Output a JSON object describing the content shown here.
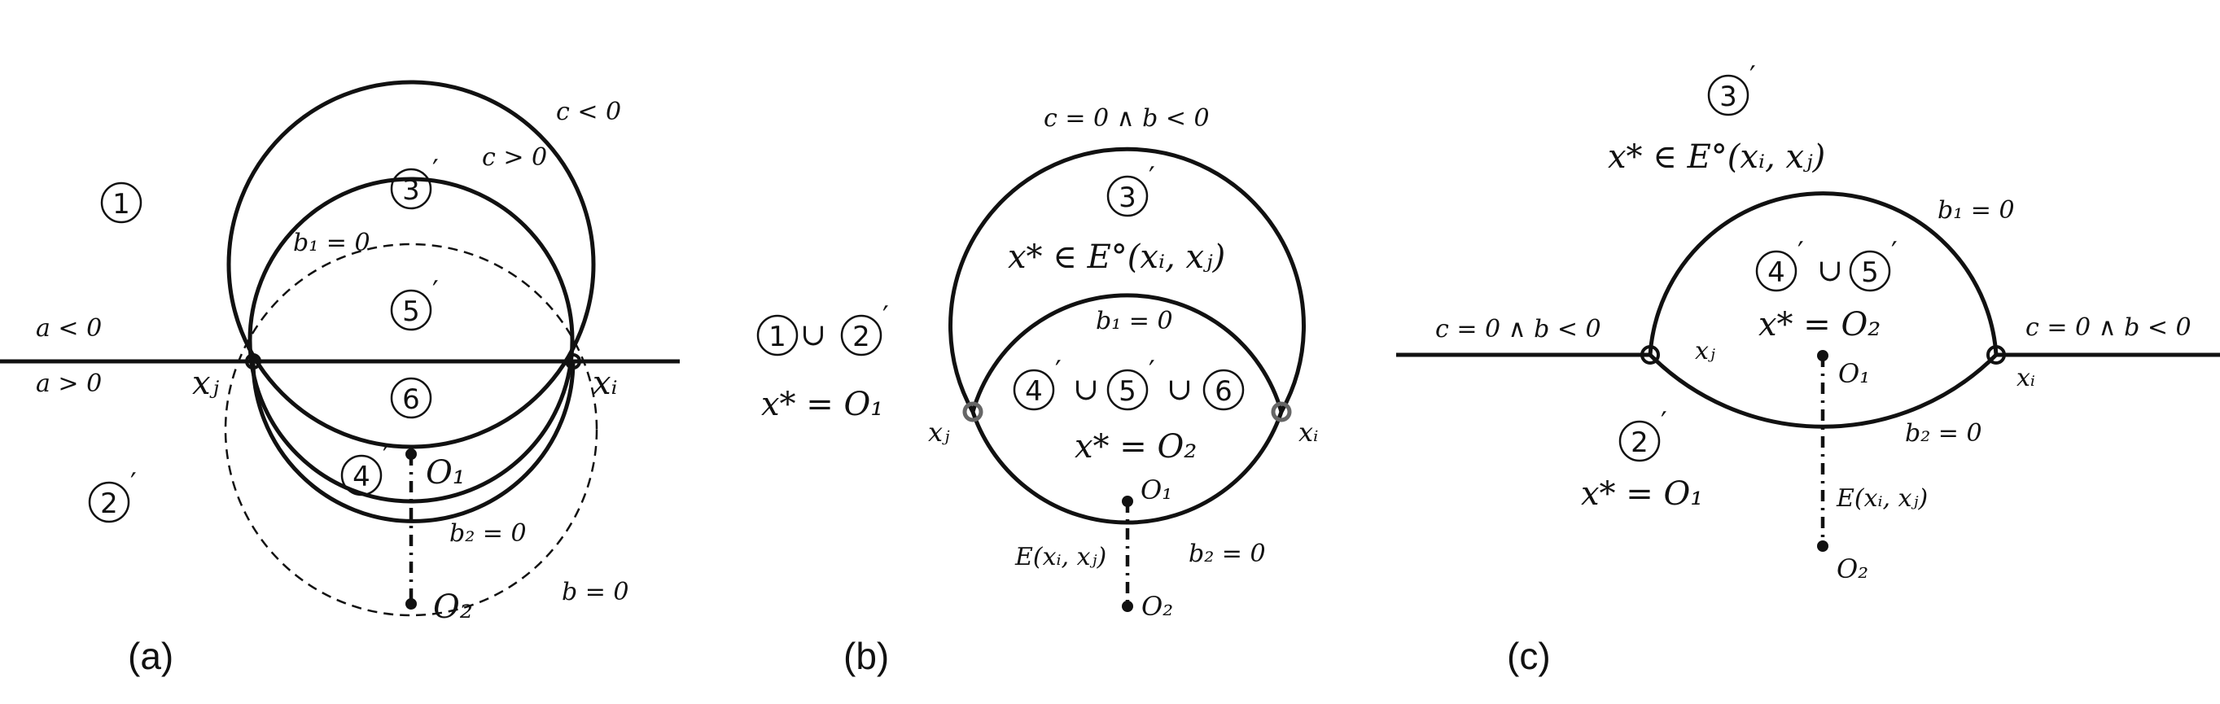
{
  "panels": {
    "a": {
      "caption": "(a)",
      "regions": {
        "r1": "1",
        "r2": "2",
        "r3": "3",
        "r5": "5",
        "r6": "6",
        "r4": "4"
      },
      "prime": "′",
      "labels": {
        "c_lt": "c < 0",
        "c_gt": "c > 0",
        "b1": "b₁ = 0",
        "a_lt": "a < 0",
        "a_gt": "a > 0",
        "xj": "xⱼ",
        "xi": "xᵢ",
        "O1": "O₁",
        "O2": "O₂",
        "b2": "b₂ = 0",
        "b": "b = 0"
      }
    },
    "b": {
      "caption": "(b)",
      "top": "c = 0 ∧ b < 0",
      "r3": "3",
      "r1": "1",
      "r2": "2",
      "r4": "4",
      "r5": "5",
      "r6": "6",
      "prime": "′",
      "union": "∪",
      "x_in_E": "x* ∈ E°(xᵢ, xⱼ)",
      "x_O1": "x* = O₁",
      "x_O2": "x* = O₂",
      "b1": "b₁ = 0",
      "b2": "b₂ = 0",
      "E": "E(xᵢ, xⱼ)",
      "xj": "xⱼ",
      "xi": "xᵢ",
      "O1": "O₁",
      "O2": "O₂"
    },
    "c": {
      "caption": "(c)",
      "r3": "3",
      "r4": "4",
      "r5": "5",
      "r2": "2",
      "prime": "′",
      "union": "∪",
      "x_in_E": "x* ∈ E°(xᵢ, xⱼ)",
      "x_O2": "x* = O₂",
      "x_O1": "x* = O₁",
      "b1": "b₁ = 0",
      "b2": "b₂ = 0",
      "left": "c = 0 ∧ b < 0",
      "right": "c = 0 ∧ b < 0",
      "E": "E(xᵢ, xⱼ)",
      "xj": "xⱼ",
      "xi": "xᵢ",
      "O1": "O₁",
      "O2": "O₂"
    }
  }
}
